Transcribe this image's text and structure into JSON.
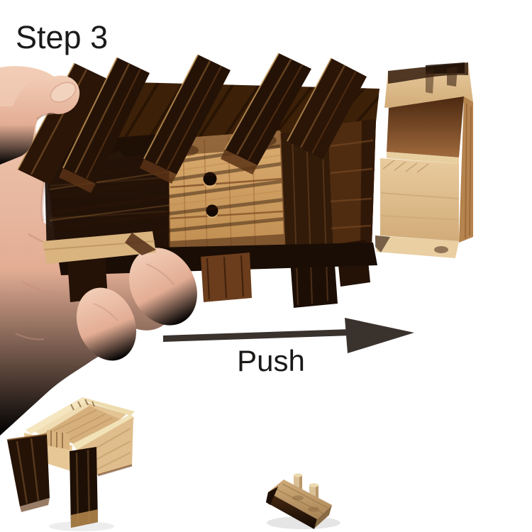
{
  "page": {
    "step_label": "Step 3",
    "push_label": "Push"
  },
  "colors": {
    "background": "#ffffff",
    "heading_text": "#1b1b1b",
    "push_text": "#1b1918",
    "arrow": "#3a322d",
    "skin_light": "#eec6ae",
    "skin_mid": "#dfa98f",
    "skin_shadow": "#c08a76",
    "burnt_dark": "#2a1507",
    "burnt_deep": "#140a04",
    "wood_mid": "#7a4724",
    "wood_tan": "#cf9c5f",
    "pine_light": "#ecd2a4",
    "pine_mid": "#dcbb8c",
    "pine_pale": "#f3e3bc",
    "interior_brown": "#8a5530"
  },
  "figures": {
    "hand": "hand-holding-puzzle-box",
    "main_box": "burnt-wood-puzzle-box",
    "drawer": "secret-drawer-pushed-out",
    "arrow": "push-direction-arrow",
    "small_box": "open-drawer-box",
    "peg_piece": "two-peg-lock-bar"
  }
}
